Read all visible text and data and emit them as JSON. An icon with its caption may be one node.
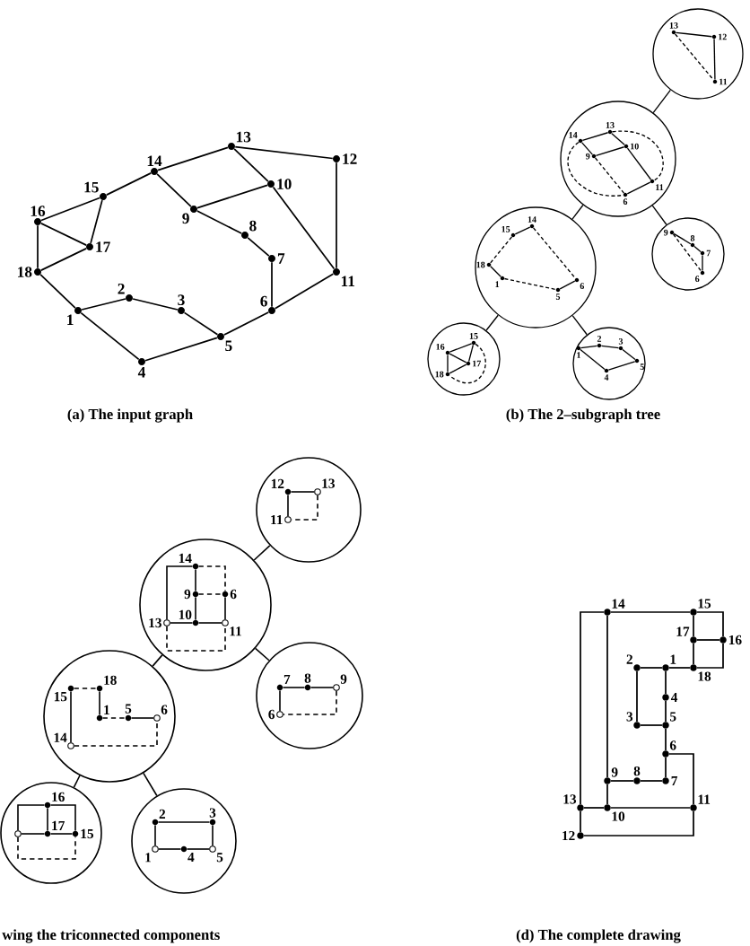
{
  "diagram": {
    "nodes": [
      {
        "text": [
          "13"
        ]
      },
      {
        "text": [
          "12"
        ]
      },
      {
        "text": [
          "14"
        ]
      },
      {
        "text": [
          "10"
        ]
      },
      {
        "text": [
          "15"
        ]
      },
      {
        "text": [
          "9"
        ]
      },
      {
        "text": [
          "16"
        ]
      },
      {
        "text": [
          "8"
        ]
      },
      {
        "text": [
          "17"
        ]
      },
      {
        "text": [
          "7"
        ]
      },
      {
        "text": [
          "18"
        ]
      },
      {
        "text": [
          "11"
        ]
      },
      {
        "text": [
          "2"
        ]
      },
      {
        "text": [
          "1"
        ]
      },
      {
        "text": [
          "3"
        ]
      },
      {
        "text": [
          "6"
        ]
      },
      {
        "text": [
          "5"
        ]
      },
      {
        "text": [
          "4"
        ]
      },
      {
        "text": [],
        "shape": "circle"
      },
      {
        "text": [
          "13"
        ],
        "in": 18
      },
      {
        "text": [
          "12"
        ],
        "in": 18
      },
      {
        "text": [
          "11"
        ],
        "in": 18
      },
      {
        "text": [],
        "shape": "circle"
      },
      {
        "text": [
          "13"
        ],
        "in": 22
      },
      {
        "text": [
          "14"
        ],
        "in": 22
      },
      {
        "text": [
          "10"
        ],
        "in": 22
      },
      {
        "text": [
          "9"
        ],
        "in": 22
      },
      {
        "text": [
          "11"
        ],
        "in": 22
      },
      {
        "text": [
          "6"
        ],
        "in": 22
      },
      {
        "text": [],
        "shape": "circle"
      },
      {
        "text": [
          "14"
        ],
        "in": 29
      },
      {
        "text": [
          "15"
        ],
        "in": 29
      },
      {
        "text": [
          "18"
        ],
        "in": 29
      },
      {
        "text": [
          "1"
        ],
        "in": 29
      },
      {
        "text": [
          "6"
        ],
        "in": 29
      },
      {
        "text": [
          "5"
        ],
        "in": 29
      },
      {
        "text": [],
        "shape": "circle"
      },
      {
        "text": [
          "9"
        ],
        "in": 36
      },
      {
        "text": [
          "8"
        ],
        "in": 36
      },
      {
        "text": [
          "7"
        ],
        "in": 36
      },
      {
        "text": [
          "6"
        ],
        "in": 36
      },
      {
        "text": [],
        "shape": "circle"
      },
      {
        "text": [
          "15"
        ],
        "in": 41
      },
      {
        "text": [
          "16"
        ],
        "in": 41
      },
      {
        "text": [
          "17"
        ],
        "in": 41
      },
      {
        "text": [
          "18"
        ],
        "in": 41
      },
      {
        "text": [],
        "shape": "circle"
      },
      {
        "text": [
          "2"
        ],
        "in": 46
      },
      {
        "text": [
          "1"
        ],
        "in": 46
      },
      {
        "text": [
          "3"
        ],
        "in": 46
      },
      {
        "text": [
          "5"
        ],
        "in": 46
      },
      {
        "text": [
          "4"
        ],
        "in": 46
      },
      {
        "text": [],
        "shape": "circle"
      },
      {
        "text": [
          "12"
        ],
        "in": 52
      },
      {
        "text": [
          "13"
        ],
        "in": 52
      },
      {
        "text": [
          "11"
        ],
        "in": 52
      },
      {
        "text": [],
        "shape": "circle"
      },
      {
        "text": [
          "14"
        ],
        "in": 56
      },
      {
        "text": [
          "9"
        ],
        "in": 56
      },
      {
        "text": [
          "6"
        ],
        "in": 56
      },
      {
        "text": [
          "13"
        ],
        "in": 56
      },
      {
        "text": [
          "10"
        ],
        "in": 56
      },
      {
        "text": [
          "11"
        ],
        "in": 56
      },
      {
        "text": [],
        "shape": "circle"
      },
      {
        "text": [
          "15"
        ],
        "in": 63
      },
      {
        "text": [
          "18"
        ],
        "in": 63
      },
      {
        "text": [
          "1"
        ],
        "in": 63
      },
      {
        "text": [
          "5"
        ],
        "in": 63
      },
      {
        "text": [
          "6"
        ],
        "in": 63
      },
      {
        "text": [
          "14"
        ],
        "in": 63
      },
      {
        "text": [],
        "shape": "circle"
      },
      {
        "text": [
          "7"
        ],
        "in": 70
      },
      {
        "text": [
          "8"
        ],
        "in": 70
      },
      {
        "text": [
          "9"
        ],
        "in": 70
      },
      {
        "text": [
          "6"
        ],
        "in": 70
      },
      {
        "text": [],
        "shape": "circle"
      },
      {
        "text": [
          "16"
        ],
        "in": 75
      },
      {
        "text": [],
        "shape": "circle",
        "in": 75
      },
      {
        "text": [
          "17"
        ],
        "in": 75
      },
      {
        "text": [
          "15"
        ],
        "in": 75
      },
      {
        "text": [],
        "shape": "circle"
      },
      {
        "text": [
          "2"
        ],
        "in": 80
      },
      {
        "text": [
          "3"
        ],
        "in": 80
      },
      {
        "text": [
          "1"
        ],
        "in": 80
      },
      {
        "text": [
          "4"
        ],
        "in": 80
      },
      {
        "text": [
          "5"
        ],
        "in": 80
      },
      {
        "text": [
          "14"
        ]
      },
      {
        "text": [
          "15"
        ]
      },
      {
        "text": [
          "17"
        ]
      },
      {
        "text": [
          "16"
        ]
      },
      {
        "text": [
          "2"
        ]
      },
      {
        "text": [
          "1"
        ]
      },
      {
        "text": [
          "18"
        ]
      },
      {
        "text": [
          "4"
        ]
      },
      {
        "text": [
          "3"
        ]
      },
      {
        "text": [
          "5"
        ]
      },
      {
        "text": [
          "6"
        ]
      },
      {
        "text": [
          "9"
        ]
      },
      {
        "text": [
          "8"
        ]
      },
      {
        "text": [
          "7"
        ]
      },
      {
        "text": [
          "13"
        ]
      },
      {
        "text": [
          "10"
        ]
      },
      {
        "text": [
          "11"
        ]
      },
      {
        "text": [
          "12"
        ]
      }
    ],
    "edges": [
      {
        "from": 0,
        "to": 2,
        "arrow": "none"
      },
      {
        "from": 0,
        "to": 1,
        "arrow": "none"
      },
      {
        "from": 0,
        "to": 3,
        "arrow": "none"
      },
      {
        "from": 1,
        "to": 11,
        "arrow": "none"
      },
      {
        "from": 2,
        "to": 4,
        "arrow": "none"
      },
      {
        "from": 2,
        "to": 5,
        "arrow": "none"
      },
      {
        "from": 3,
        "to": 5,
        "arrow": "none"
      },
      {
        "from": 3,
        "to": 11,
        "arrow": "none"
      },
      {
        "from": 4,
        "to": 6,
        "arrow": "none"
      },
      {
        "from": 4,
        "to": 8,
        "arrow": "none"
      },
      {
        "from": 6,
        "to": 8,
        "arrow": "none"
      },
      {
        "from": 6,
        "to": 10,
        "arrow": "none"
      },
      {
        "from": 10,
        "to": 8,
        "arrow": "none"
      },
      {
        "from": 10,
        "to": 13,
        "arrow": "none"
      },
      {
        "from": 5,
        "to": 7,
        "arrow": "none"
      },
      {
        "from": 7,
        "to": 9,
        "arrow": "none"
      },
      {
        "from": 9,
        "to": 15,
        "arrow": "none"
      },
      {
        "from": 11,
        "to": 15,
        "arrow": "none"
      },
      {
        "from": 13,
        "to": 12,
        "arrow": "none"
      },
      {
        "from": 12,
        "to": 14,
        "arrow": "none"
      },
      {
        "from": 14,
        "to": 16,
        "arrow": "none"
      },
      {
        "from": 13,
        "to": 17,
        "arrow": "none"
      },
      {
        "from": 17,
        "to": 16,
        "arrow": "none"
      },
      {
        "from": 16,
        "to": 15,
        "arrow": "none"
      },
      {
        "from": 18,
        "to": 22,
        "arrow": "none"
      },
      {
        "from": 22,
        "to": 29,
        "arrow": "none"
      },
      {
        "from": 22,
        "to": 36,
        "arrow": "none"
      },
      {
        "from": 29,
        "to": 41,
        "arrow": "none"
      },
      {
        "from": 29,
        "to": 46,
        "arrow": "none"
      },
      {
        "from": 19,
        "to": 20,
        "arrow": "none"
      },
      {
        "from": 20,
        "to": 21,
        "arrow": "none"
      },
      {
        "from": 19,
        "to": 21,
        "arrow": "none",
        "style": "dashed"
      },
      {
        "from": 24,
        "to": 23,
        "arrow": "none"
      },
      {
        "from": 23,
        "to": 25,
        "arrow": "none"
      },
      {
        "from": 25,
        "to": 27,
        "arrow": "none"
      },
      {
        "from": 24,
        "to": 26,
        "arrow": "none"
      },
      {
        "from": 26,
        "to": 25,
        "arrow": "none"
      },
      {
        "from": 27,
        "to": 28,
        "arrow": "none"
      },
      {
        "from": 26,
        "to": 28,
        "arrow": "none",
        "style": "dashed"
      },
      {
        "from": 24,
        "to": 28,
        "arrow": "none",
        "style": "dashed"
      },
      {
        "from": 23,
        "to": 27,
        "arrow": "none",
        "style": "dashed"
      },
      {
        "from": 30,
        "to": 31,
        "arrow": "none"
      },
      {
        "from": 31,
        "to": 32,
        "arrow": "none",
        "style": "dashed"
      },
      {
        "from": 30,
        "to": 34,
        "arrow": "none",
        "style": "dashed"
      },
      {
        "from": 32,
        "to": 33,
        "arrow": "none"
      },
      {
        "from": 33,
        "to": 35,
        "arrow": "none",
        "style": "dashed"
      },
      {
        "from": 35,
        "to": 34,
        "arrow": "none"
      },
      {
        "from": 37,
        "to": 38,
        "arrow": "none"
      },
      {
        "from": 38,
        "to": 39,
        "arrow": "none"
      },
      {
        "from": 39,
        "to": 40,
        "arrow": "none"
      },
      {
        "from": 37,
        "to": 40,
        "arrow": "none",
        "style": "dashed"
      },
      {
        "from": 43,
        "to": 42,
        "arrow": "none"
      },
      {
        "from": 43,
        "to": 44,
        "arrow": "none"
      },
      {
        "from": 43,
        "to": 45,
        "arrow": "none"
      },
      {
        "from": 45,
        "to": 44,
        "arrow": "none"
      },
      {
        "from": 42,
        "to": 44,
        "arrow": "none"
      },
      {
        "from": 42,
        "to": 45,
        "arrow": "none",
        "style": "dashed"
      },
      {
        "from": 48,
        "to": 47,
        "arrow": "none"
      },
      {
        "from": 47,
        "to": 49,
        "arrow": "none"
      },
      {
        "from": 49,
        "to": 50,
        "arrow": "none"
      },
      {
        "from": 48,
        "to": 51,
        "arrow": "none"
      },
      {
        "from": 51,
        "to": 50,
        "arrow": "none"
      },
      {
        "from": 52,
        "to": 56,
        "arrow": "none"
      },
      {
        "from": 56,
        "to": 63,
        "arrow": "none"
      },
      {
        "from": 56,
        "to": 70,
        "arrow": "none"
      },
      {
        "from": 63,
        "to": 75,
        "arrow": "none"
      },
      {
        "from": 63,
        "to": 80,
        "arrow": "none"
      },
      {
        "from": 53,
        "to": 54,
        "arrow": "none"
      },
      {
        "from": 53,
        "to": 55,
        "arrow": "none"
      },
      {
        "from": 54,
        "to": 55,
        "arrow": "none",
        "style": "dashed"
      },
      {
        "from": 57,
        "to": 58,
        "arrow": "none"
      },
      {
        "from": 58,
        "to": 61,
        "arrow": "none"
      },
      {
        "from": 58,
        "to": 59,
        "arrow": "none",
        "style": "dashed"
      },
      {
        "from": 59,
        "to": 62,
        "arrow": "none"
      },
      {
        "from": 60,
        "to": 61,
        "arrow": "none"
      },
      {
        "from": 61,
        "to": 62,
        "arrow": "none"
      },
      {
        "from": 57,
        "to": 60,
        "arrow": "none"
      },
      {
        "from": 57,
        "to": 59,
        "arrow": "none",
        "style": "dashed"
      },
      {
        "from": 60,
        "to": 62,
        "arrow": "none",
        "style": "dashed"
      },
      {
        "from": 64,
        "to": 65,
        "arrow": "none",
        "style": "dashed"
      },
      {
        "from": 65,
        "to": 66,
        "arrow": "none"
      },
      {
        "from": 66,
        "to": 67,
        "arrow": "none",
        "style": "dashed"
      },
      {
        "from": 67,
        "to": 68,
        "arrow": "none"
      },
      {
        "from": 64,
        "to": 69,
        "arrow": "none"
      },
      {
        "from": 69,
        "to": 68,
        "arrow": "none",
        "style": "dashed"
      },
      {
        "from": 71,
        "to": 72,
        "arrow": "none"
      },
      {
        "from": 72,
        "to": 73,
        "arrow": "none"
      },
      {
        "from": 71,
        "to": 74,
        "arrow": "none"
      },
      {
        "from": 73,
        "to": 74,
        "arrow": "none",
        "style": "dashed"
      },
      {
        "from": 76,
        "to": 78,
        "arrow": "none"
      },
      {
        "from": 77,
        "to": 78,
        "arrow": "none"
      },
      {
        "from": 78,
        "to": 79,
        "arrow": "none"
      },
      {
        "from": 76,
        "to": 79,
        "arrow": "none"
      },
      {
        "from": 76,
        "to": 77,
        "arrow": "none"
      },
      {
        "from": 77,
        "to": 79,
        "arrow": "none",
        "style": "dashed"
      },
      {
        "from": 81,
        "to": 82,
        "arrow": "none"
      },
      {
        "from": 81,
        "to": 83,
        "arrow": "none"
      },
      {
        "from": 82,
        "to": 85,
        "arrow": "none"
      },
      {
        "from": 83,
        "to": 84,
        "arrow": "none"
      },
      {
        "from": 84,
        "to": 85,
        "arrow": "none"
      },
      {
        "from": 100,
        "to": 86,
        "arrow": "none"
      },
      {
        "from": 86,
        "to": 87,
        "arrow": "none"
      },
      {
        "from": 87,
        "to": 89,
        "arrow": "none"
      },
      {
        "from": 87,
        "to": 88,
        "arrow": "none"
      },
      {
        "from": 88,
        "to": 89,
        "arrow": "none"
      },
      {
        "from": 88,
        "to": 92,
        "arrow": "none"
      },
      {
        "from": 89,
        "to": 92,
        "arrow": "none"
      },
      {
        "from": 92,
        "to": 91,
        "arrow": "none"
      },
      {
        "from": 91,
        "to": 90,
        "arrow": "none"
      },
      {
        "from": 90,
        "to": 94,
        "arrow": "none"
      },
      {
        "from": 94,
        "to": 95,
        "arrow": "none"
      },
      {
        "from": 91,
        "to": 93,
        "arrow": "none"
      },
      {
        "from": 93,
        "to": 95,
        "arrow": "none"
      },
      {
        "from": 95,
        "to": 96,
        "arrow": "none"
      },
      {
        "from": 96,
        "to": 102,
        "arrow": "none"
      },
      {
        "from": 96,
        "to": 99,
        "arrow": "none"
      },
      {
        "from": 99,
        "to": 98,
        "arrow": "none"
      },
      {
        "from": 98,
        "to": 97,
        "arrow": "none"
      },
      {
        "from": 86,
        "to": 97,
        "arrow": "none"
      },
      {
        "from": 97,
        "to": 101,
        "arrow": "none"
      },
      {
        "from": 100,
        "to": 101,
        "arrow": "none"
      },
      {
        "from": 101,
        "to": 102,
        "arrow": "none"
      },
      {
        "from": 100,
        "to": 103,
        "arrow": "none"
      },
      {
        "from": 103,
        "to": 102,
        "arrow": "none"
      }
    ],
    "labels": [
      "(a) The input graph",
      "(b) The 2–subgraph tree",
      "wing the triconnected components",
      "(d) The complete drawing"
    ]
  }
}
